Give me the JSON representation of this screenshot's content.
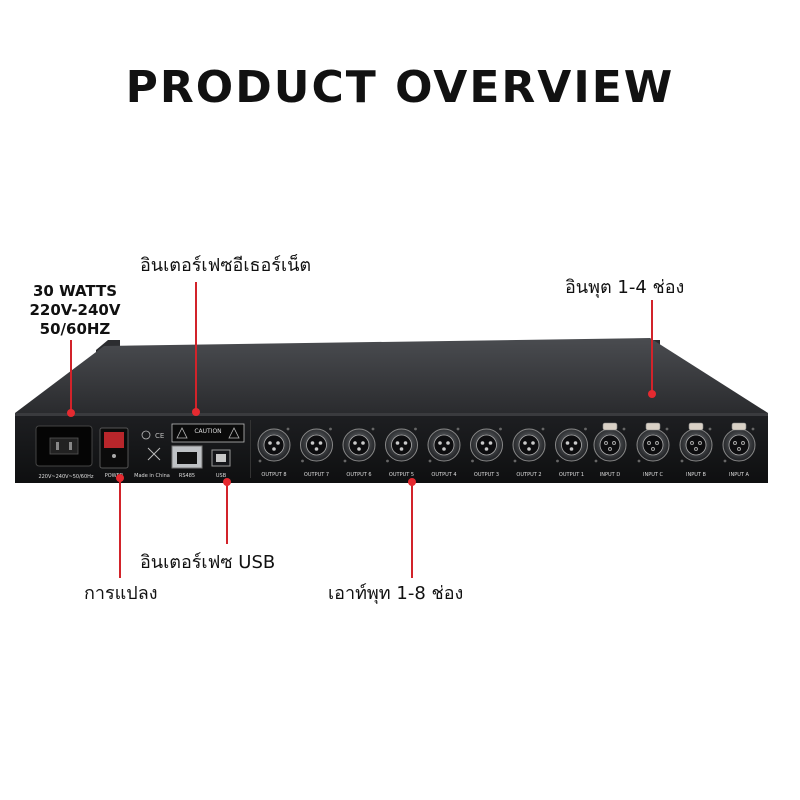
{
  "title": "PRODUCT OVERVIEW",
  "callouts": {
    "ethernet": "อินเตอร์เฟซอีเธอร์เน็ต",
    "inputs": "อินพุต 1-4 ช่อง",
    "usb": "อินเตอร์เฟซ USB",
    "power_switch": "การแปลง",
    "outputs": "เอาท์พุท 1-8 ช่อง"
  },
  "power_spec": {
    "line1": "30 WATTS",
    "line2": "220V-240V",
    "line3": "50/60HZ"
  },
  "panel_labels": {
    "ac_rating": "220V~240V~50/60Hz",
    "power": "POWER",
    "made_in": "Made in China",
    "rs485": "RS485",
    "usb": "USB",
    "caution": "CAUTION",
    "outputs": [
      "OUTPUT 8",
      "OUTPUT 7",
      "OUTPUT 6",
      "OUTPUT 5",
      "OUTPUT 4",
      "OUTPUT 3",
      "OUTPUT 2",
      "OUTPUT 1"
    ],
    "inputs": [
      "INPUT D",
      "INPUT C",
      "INPUT B",
      "INPUT A"
    ]
  },
  "colors": {
    "accent": "#d2232a",
    "chassis": "#1c1d1f",
    "panel": "#111213"
  }
}
